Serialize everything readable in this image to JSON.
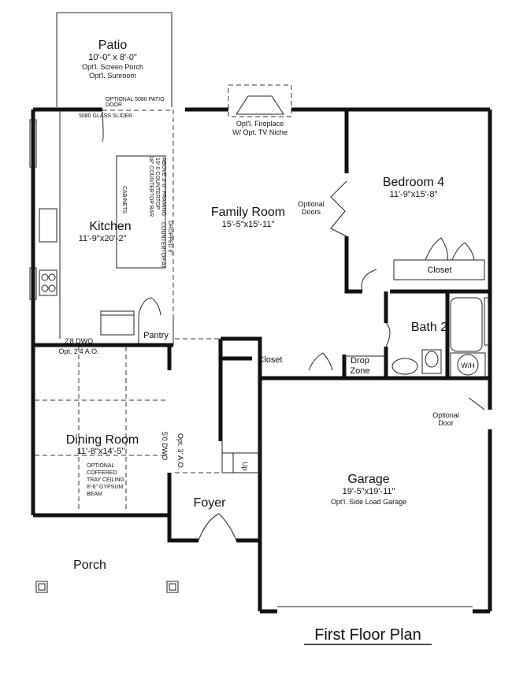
{
  "title": "First Floor Plan",
  "rooms": {
    "patio": {
      "name": "Patio",
      "dim": "10'-0\" x 8'-0\"",
      "opt1": "Opt'l. Screen Porch",
      "opt2": "Opt'l. Sunroom"
    },
    "kitchen": {
      "name": "Kitchen",
      "dim": "11'-9\"x20'-2\""
    },
    "family_room": {
      "name": "Family Room",
      "dim": "15'-5\"x15'-11\""
    },
    "bedroom4": {
      "name": "Bedroom 4",
      "dim": "11'-9\"x15'-8\""
    },
    "closet_bed": {
      "name": "Closet"
    },
    "bath2": {
      "name": "Bath 2"
    },
    "closet_hall": {
      "name": "Closet"
    },
    "drop_zone": {
      "line1": "Drop",
      "line2": "Zone"
    },
    "pantry": {
      "name": "Pantry"
    },
    "dining": {
      "name": "Dining Room",
      "dim": "11'-8\"x14'-5\""
    },
    "foyer": {
      "name": "Foyer"
    },
    "garage": {
      "name": "Garage",
      "dim": "19'-5\"x19'-11\"",
      "opt": "Opt'l. Side Load Garage"
    },
    "porch": {
      "name": "Porch"
    }
  },
  "notes": {
    "patio_door_1": "OPTIONAL 5080 PATIO",
    "patio_door_2": "DOOR",
    "glass_slider": "5080 GLASS SLIDER",
    "fireplace_1": "Opt'l. Fireplace",
    "fireplace_2": "W/ Opt. TV Niche",
    "optional_doors_1": "Optional",
    "optional_doors_2": "Doors",
    "optional_door_1": "Optional",
    "optional_door_2": "Door",
    "dwo_kitchen": "2'8 DWO",
    "dwo_kitchen_opt": "Opt. 2'4 A.O.",
    "dwo_dining": "5'0 DWO",
    "dwo_dining_opt": "Opt. 3' A.O.",
    "tray_1": "OPTIONAL",
    "tray_2": "COFFERED",
    "tray_3": "TRAY CEILING",
    "tray_4": "8'-6\" GYPSUM",
    "tray_5": "BEAM",
    "cabinets": "CABINETS",
    "counter_1": "18\" COUNTERTOP BAR",
    "counter_2": "10'-0 COUNTERTOP",
    "counter_3": "ABOVE 3'-0\" FRAMING",
    "counter_4": "DROPPED 6\"",
    "counter_5": "COUNTERTOP AT",
    "wh": "W/H",
    "up": "Up"
  }
}
